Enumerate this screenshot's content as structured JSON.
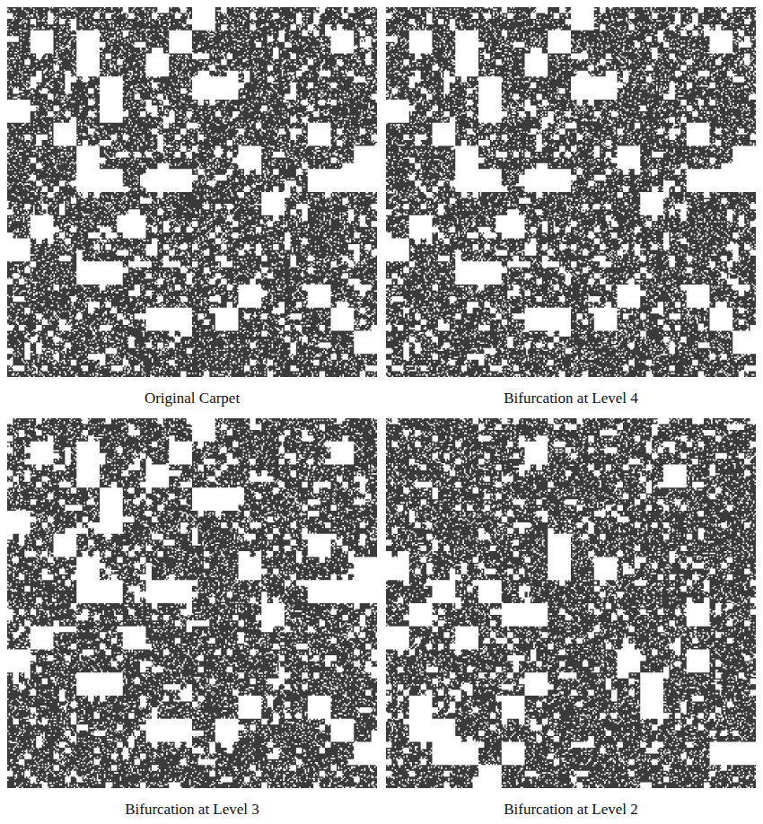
{
  "diagram": {
    "labels": [
      "Original Carpet",
      "Bifurcation at Level 4",
      "Bifurcation at Level 3",
      "Bifurcation at Level 2"
    ]
  }
}
